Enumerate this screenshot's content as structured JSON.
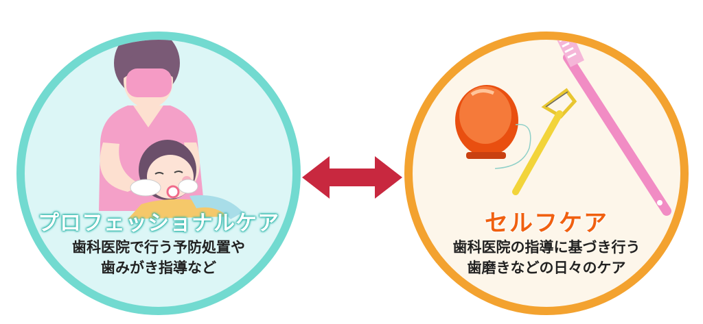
{
  "professional": {
    "title": "プロフェッショナルケア",
    "desc_line1": "歯科医院で行う予防処置や",
    "desc_line2": "歯みがき指導など"
  },
  "self": {
    "title": "セルフケア",
    "desc_line1": "歯科医院の指導に基づき行う",
    "desc_line2": "歯磨きなどの日々のケア"
  },
  "colors": {
    "pro_ring": "#72dad0",
    "self_ring": "#f3a22f",
    "arrow": "#c8283f",
    "self_title": "#f06010"
  },
  "icons": {
    "pro_illustration": "dentist-with-child-illustration",
    "self_items": [
      "floss-case-icon",
      "floss-pick-icon",
      "toothbrush-icon"
    ],
    "connector": "double-arrow-icon"
  }
}
